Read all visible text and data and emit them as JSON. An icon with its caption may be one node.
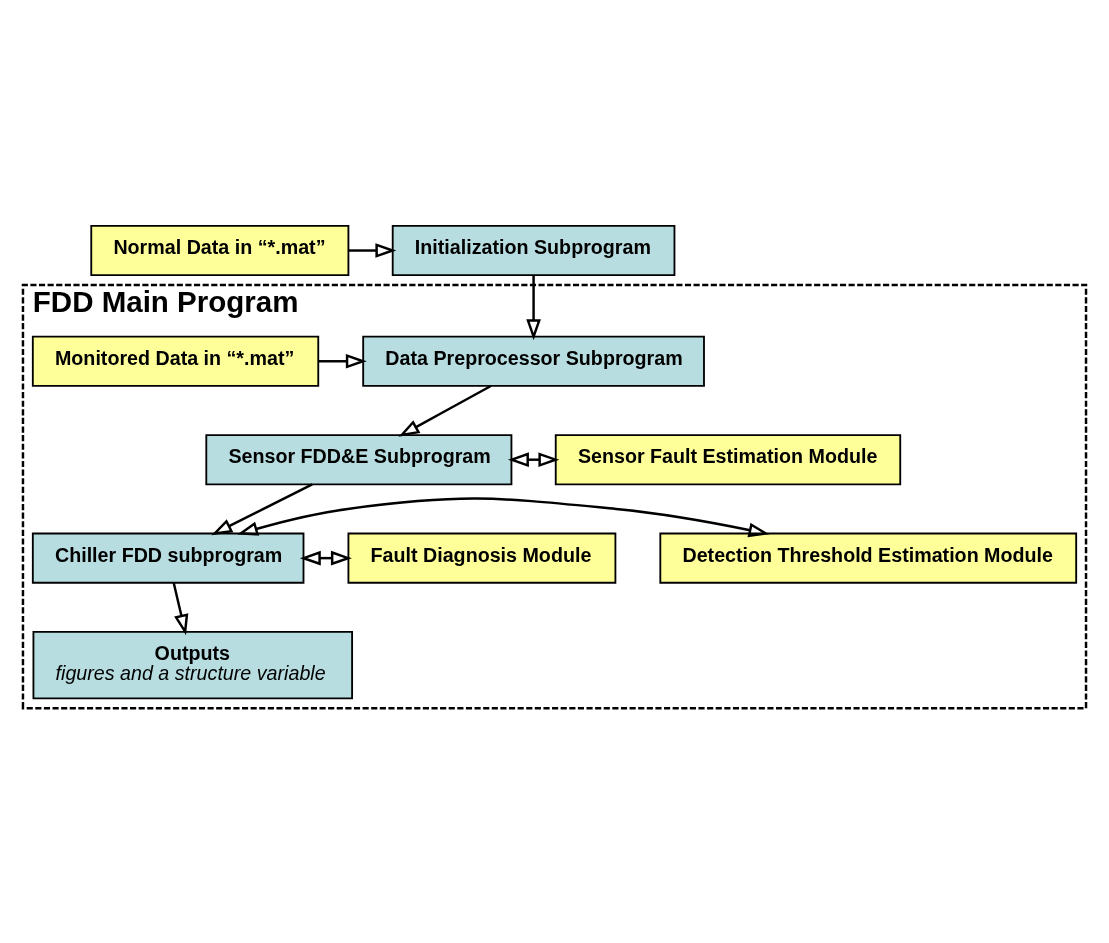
{
  "diagram": {
    "nodes": [
      {
        "text": [
          "Initialization Subprogram"
        ]
      },
      {
        "text": [
          "Normal Data in “*.mat”"
        ]
      },
      {
        "text": [
          "FDD Main Program"
        ]
      },
      {
        "text": [
          "Data Preprocessor Subprogram"
        ],
        "in": 2
      },
      {
        "text": [
          "Monitored Data in “*.mat”"
        ],
        "in": 2
      },
      {
        "text": [
          "Sensor FDD&E Subprogram"
        ],
        "in": 2
      },
      {
        "text": [
          "Sensor Fault Estimation Module"
        ],
        "in": 2
      },
      {
        "text": [
          "Chiller FDD subprogram"
        ],
        "in": 2
      },
      {
        "text": [
          "Detection Threshold Estimation Module"
        ],
        "in": 2
      },
      {
        "text": [
          "Fault Diagnosis Module"
        ],
        "in": 2
      },
      {
        "text": [
          "Outputs",
          "figures and a structure variable"
        ],
        "in": 2
      }
    ],
    "edges": [
      {
        "from": 1,
        "to": 0,
        "arrow": "to"
      },
      {
        "from": 0,
        "to": 3,
        "arrow": "to"
      },
      {
        "from": 4,
        "to": 3,
        "arrow": "to"
      },
      {
        "from": 3,
        "to": 5,
        "arrow": "to"
      },
      {
        "from": 5,
        "to": 6,
        "arrow": "both"
      },
      {
        "from": 5,
        "to": 7,
        "arrow": "to"
      },
      {
        "from": 7,
        "to": 8,
        "arrow": "both"
      },
      {
        "from": 7,
        "to": 9,
        "arrow": "both"
      },
      {
        "from": 7,
        "to": 10,
        "arrow": "to"
      }
    ]
  }
}
